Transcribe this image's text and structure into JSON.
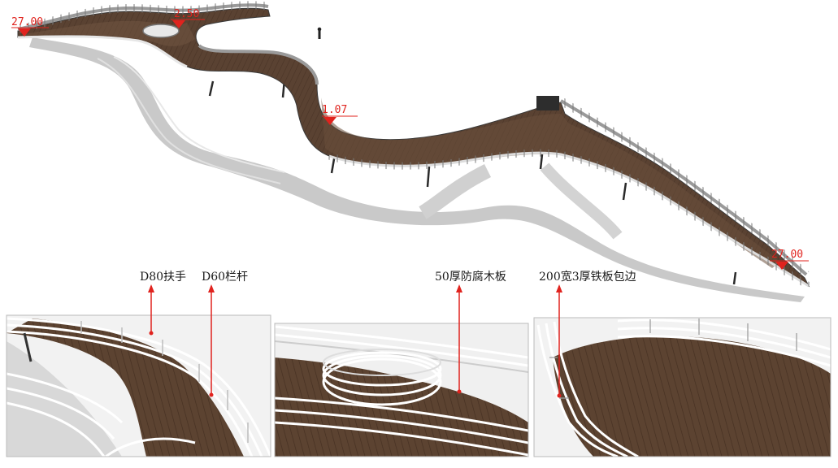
{
  "elevations": [
    "27.00",
    "2.50",
    "1.07",
    "27.00"
  ],
  "callouts": {
    "handrail": "D80扶手",
    "railing": "D60栏杆",
    "decking": "50厚防腐木板",
    "edging": "200宽3厚铁板包边"
  },
  "colors": {
    "deck": "#5a4232",
    "deck_light": "#6e5340",
    "shadow": "#c9c9c9",
    "railing": "#ffffff",
    "railing_dark": "#8a8a8a",
    "leader": "#e0231e"
  }
}
